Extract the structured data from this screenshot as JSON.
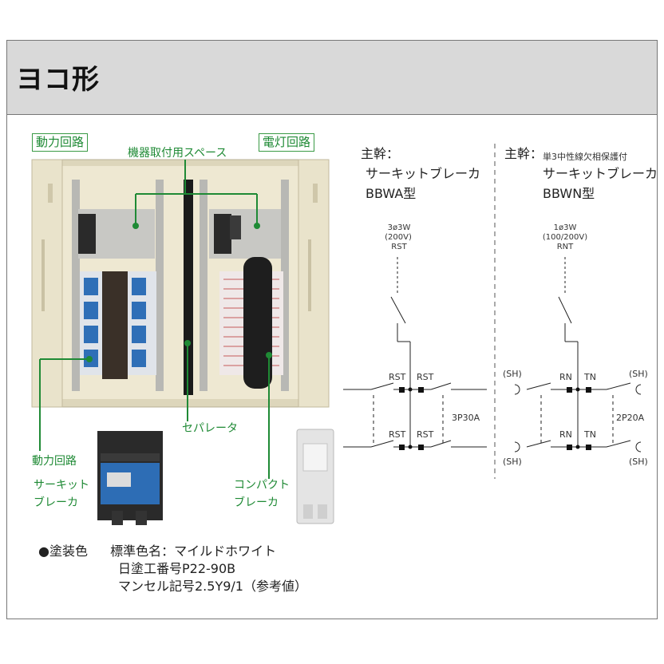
{
  "title": "ヨコ形",
  "photo_labels": {
    "power_circuit_box": "動力回路",
    "light_circuit_box": "電灯回路",
    "equipment_space": "機器取付用スペース",
    "separator": "セパレータ",
    "power_breaker_line1": "動力回路",
    "power_breaker_line2": "サーキット",
    "power_breaker_line3": "ブレーカ",
    "compact_line1": "コンパクト",
    "compact_line2": "ブレーカ"
  },
  "diagram_left": {
    "heading": "主幹：",
    "line2": "サーキットブレーカ",
    "line3": "BBWA型",
    "spec1": "3ø3W",
    "spec2": "(200V)",
    "spec3": "RST",
    "term_top_a": "RST",
    "term_top_b": "RST",
    "term_bot_a": "RST",
    "term_bot_b": "RST",
    "rating": "3P30A"
  },
  "diagram_right": {
    "heading": "主幹：",
    "note": "単3中性線欠相保護付",
    "line2": "サーキットブレーカ",
    "line3": "BBWN型",
    "spec1": "1ø3W",
    "spec2": "(100/200V)",
    "spec3": "RNT",
    "term_top_a": "RN",
    "term_top_b": "TN",
    "term_bot_a": "RN",
    "term_bot_b": "TN",
    "rating": "2P20A",
    "sh_tl": "(SH)",
    "sh_tr": "(SH)",
    "sh_bl": "(SH)",
    "sh_br": "(SH)"
  },
  "paint": {
    "label": "●塗装色",
    "line1": "標準色名：マイルドホワイト",
    "line2": "日塗工番号P22-90B",
    "line3": "マンセル記号2.5Y9/1（参考値）"
  },
  "colors": {
    "accent_green": "#1f8a35",
    "header_gray": "#d9d9d9",
    "panel_cream": "#eee8d2"
  }
}
